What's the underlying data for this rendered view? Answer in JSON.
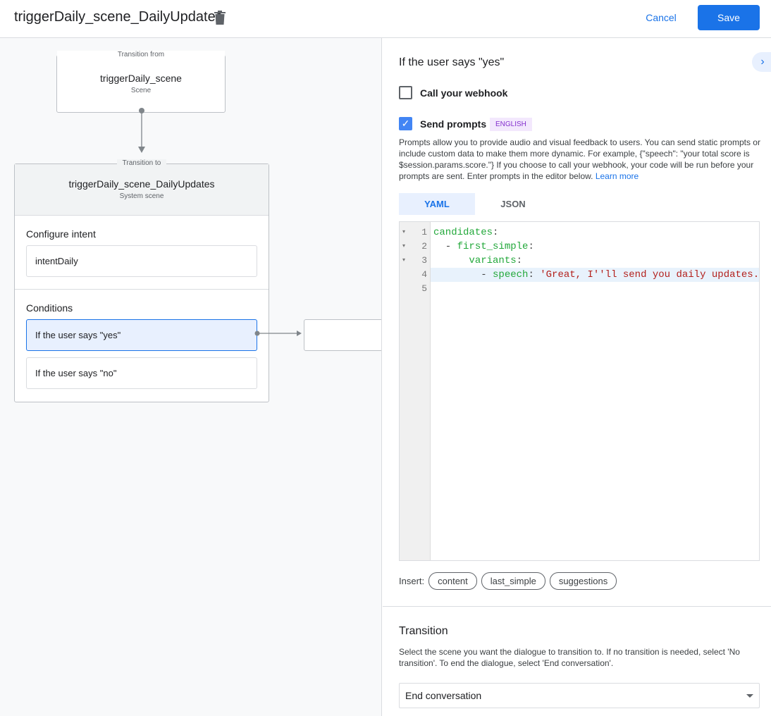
{
  "header": {
    "title": "triggerDaily_scene_DailyUpdates",
    "cancel": "Cancel",
    "save": "Save"
  },
  "canvas": {
    "from": {
      "legend": "Transition from",
      "title": "triggerDaily_scene",
      "subtitle": "Scene"
    },
    "to": {
      "legend": "Transition to",
      "title": "triggerDaily_scene_DailyUpdates",
      "subtitle": "System scene",
      "configure_intent_label": "Configure intent",
      "intent": "intentDaily",
      "conditions_label": "Conditions",
      "conditions": [
        "If the user says \"yes\"",
        "If the user says \"no\""
      ]
    }
  },
  "panel": {
    "title": "If the user says \"yes\"",
    "webhook": {
      "label": "Call your webhook",
      "checked": false
    },
    "prompts": {
      "label": "Send prompts",
      "checked": true,
      "badge": "ENGLISH",
      "description": "Prompts allow you to provide audio and visual feedback to users. You can send static prompts or include custom data to make them more dynamic. For example, {\"speech\": \"your total score is $session.params.score.\"} If you choose to call your webhook, your code will be run before your prompts are sent. Enter prompts in the editor below.",
      "learn_more": "Learn more"
    },
    "tabs": [
      {
        "label": "YAML",
        "active": true
      },
      {
        "label": "JSON",
        "active": false
      }
    ],
    "editor": {
      "line_numbers": [
        "1",
        "2",
        "3",
        "4",
        "5"
      ],
      "lines": [
        {
          "indent": "",
          "key": "candidates",
          "rest": ":",
          "str": ""
        },
        {
          "indent": "  - ",
          "key": "first_simple",
          "rest": ":",
          "str": ""
        },
        {
          "indent": "      ",
          "key": "variants",
          "rest": ":",
          "str": ""
        },
        {
          "indent": "        - ",
          "key": "speech",
          "rest": ": ",
          "str": "'Great, I''ll send you daily updates."
        },
        {
          "indent": "",
          "key": "",
          "rest": "",
          "str": ""
        }
      ]
    },
    "insert": {
      "label": "Insert:",
      "chips": [
        "content",
        "last_simple",
        "suggestions"
      ]
    },
    "transition": {
      "title": "Transition",
      "description": "Select the scene you want the dialogue to transition to. If no transition is needed, select 'No transition'. To end the dialogue, select 'End conversation'.",
      "selected": "End conversation"
    }
  },
  "colors": {
    "accent": "#1a73e8",
    "selected_bg": "#e8f0fe",
    "badge_bg": "#f3e8fd",
    "badge_text": "#8430ce"
  }
}
